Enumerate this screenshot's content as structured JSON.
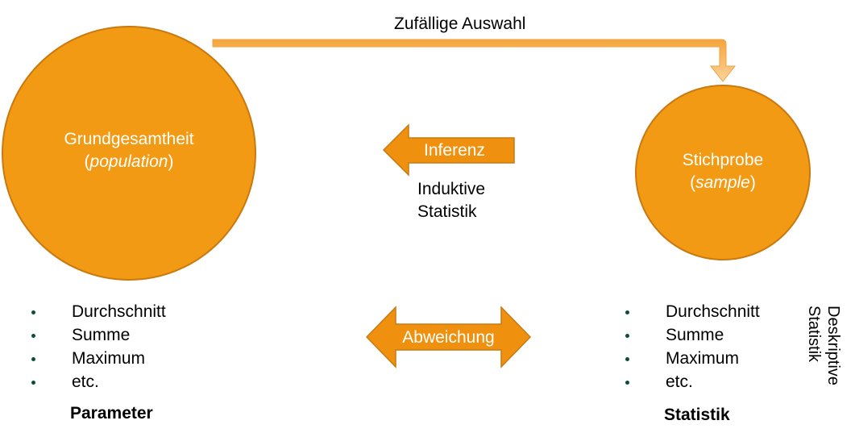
{
  "colors": {
    "circle_fill": "#f39a14",
    "circle_stroke": "#c9790e",
    "arrow_fill": "#f0900f",
    "arrow_stroke": "#c77a12",
    "bullet": "#0e4d3c"
  },
  "top_arrow": {
    "label": "Zufällige Auswahl"
  },
  "population": {
    "name": "Grundgesamtheit",
    "alias": "population"
  },
  "sample": {
    "name": "Stichprobe",
    "alias": "sample"
  },
  "inference": {
    "arrow_label": "Inferenz",
    "caption_line1": "Induktive",
    "caption_line2": "Statistik"
  },
  "deviation": {
    "arrow_label": "Abweichung"
  },
  "left_list": {
    "items": [
      "Durchschnitt",
      "Summe",
      "Maximum",
      "etc."
    ],
    "footer": "Parameter"
  },
  "right_list": {
    "items": [
      "Durchschnitt",
      "Summe",
      "Maximum",
      "etc."
    ],
    "footer": "Statistik"
  },
  "side_label": {
    "line1": "Deskriptive",
    "line2": "Statistik"
  }
}
